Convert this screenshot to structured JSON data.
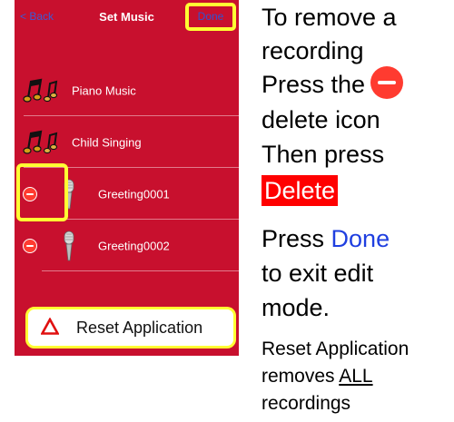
{
  "nav": {
    "back_label": "< Back",
    "title": "Set Music",
    "done_label": "Done"
  },
  "rows": [
    {
      "label": "Piano Music",
      "icon": "music-notes-icon",
      "editable": false
    },
    {
      "label": "Child Singing",
      "icon": "music-notes-icon",
      "editable": false
    },
    {
      "label": "Greeting0001",
      "icon": "microphone-icon",
      "editable": true
    },
    {
      "label": "Greeting0002",
      "icon": "microphone-icon",
      "editable": true
    }
  ],
  "reset": {
    "label": "Reset Application"
  },
  "instructions": {
    "line1": "To remove a",
    "line2": "recording",
    "line3": "Press the",
    "line4": "delete icon",
    "line5": "Then press",
    "delete_word": "Delete",
    "press_word": "Press",
    "done_word": "Done",
    "line8": "to exit edit",
    "line9": "mode.",
    "reset_line": "Reset Application",
    "removes_word": "removes",
    "all_word": "ALL",
    "recordings_line": "recordings"
  },
  "colors": {
    "panel_bg": "#c8102e",
    "highlight": "#ffff33",
    "delete_red": "#ff3b30",
    "done_blue": "#1f3fe0"
  }
}
